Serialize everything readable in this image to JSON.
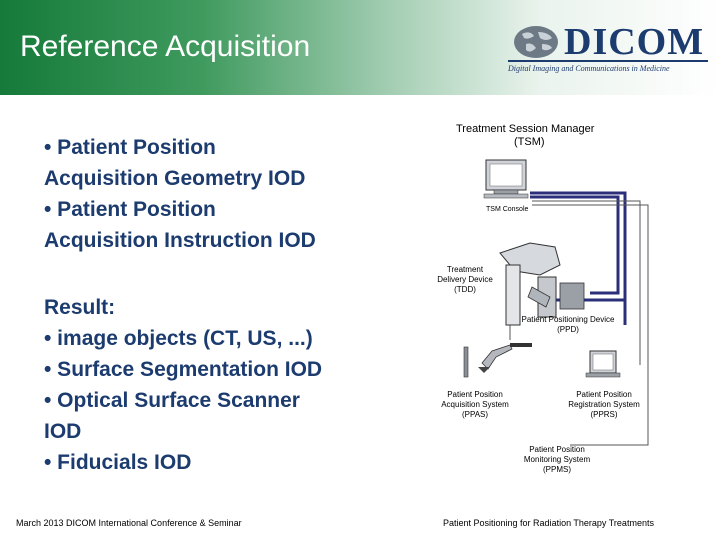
{
  "slide": {
    "title": "Reference Acquisition",
    "logo": {
      "text": "DICOM",
      "subtitle": "Digital Imaging and Communications in Medicine"
    },
    "bullets_top": [
      "• Patient Position",
      "Acquisition Geometry IOD",
      "• Patient Position",
      "Acquisition Instruction IOD"
    ],
    "bullets_result": [
      "Result:",
      "• image objects (CT, US, ...)",
      "• Surface Segmentation IOD",
      "• Optical Surface Scanner",
      "IOD",
      "• Fiducials IOD"
    ],
    "footer_left": "March 2013 DICOM International Conference & Seminar",
    "footer_right": "Patient Positioning for Radiation Therapy Treatments"
  },
  "diagram": {
    "tsm_title": "Treatment Session Manager",
    "tsm_abbr": "(TSM)",
    "tsm_console": "TSM Console",
    "tdd": [
      "Treatment",
      "Delivery Device",
      "(TDD)"
    ],
    "ppd": [
      "Patient Positioning Device",
      "(PPD)"
    ],
    "ppas": [
      "Patient Position",
      "Acquisition System",
      "(PPAS)"
    ],
    "pprs": [
      "Patient Position",
      "Registration System",
      "(PPRS)"
    ],
    "ppms": [
      "Patient Position",
      "Monitoring System",
      "(PPMS)"
    ],
    "colors": {
      "network_line": "#2b2f7a",
      "aux_line": "#555555"
    }
  }
}
